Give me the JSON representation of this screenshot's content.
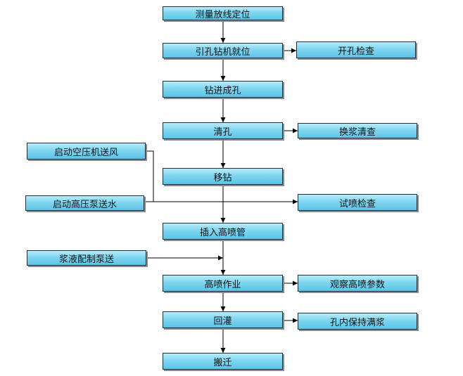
{
  "main_steps": [
    "测量放线定位",
    "引孔钻机就位",
    "钻进成孔",
    "清孔",
    "移钻",
    "插入高喷管",
    "高喷作业",
    "回灌",
    "搬迁"
  ],
  "right_checks": [
    "开孔检查",
    "换浆清查",
    "试喷检查",
    "观察高喷参数",
    "孔内保持满浆"
  ],
  "left_inputs": [
    "启动空压机送风",
    "启动高压泵送水",
    "浆液配制泵送"
  ],
  "colors": {
    "box_fill_top": "#b8ecfa",
    "box_fill_bottom": "#5cc4e6",
    "line": "#000000"
  }
}
